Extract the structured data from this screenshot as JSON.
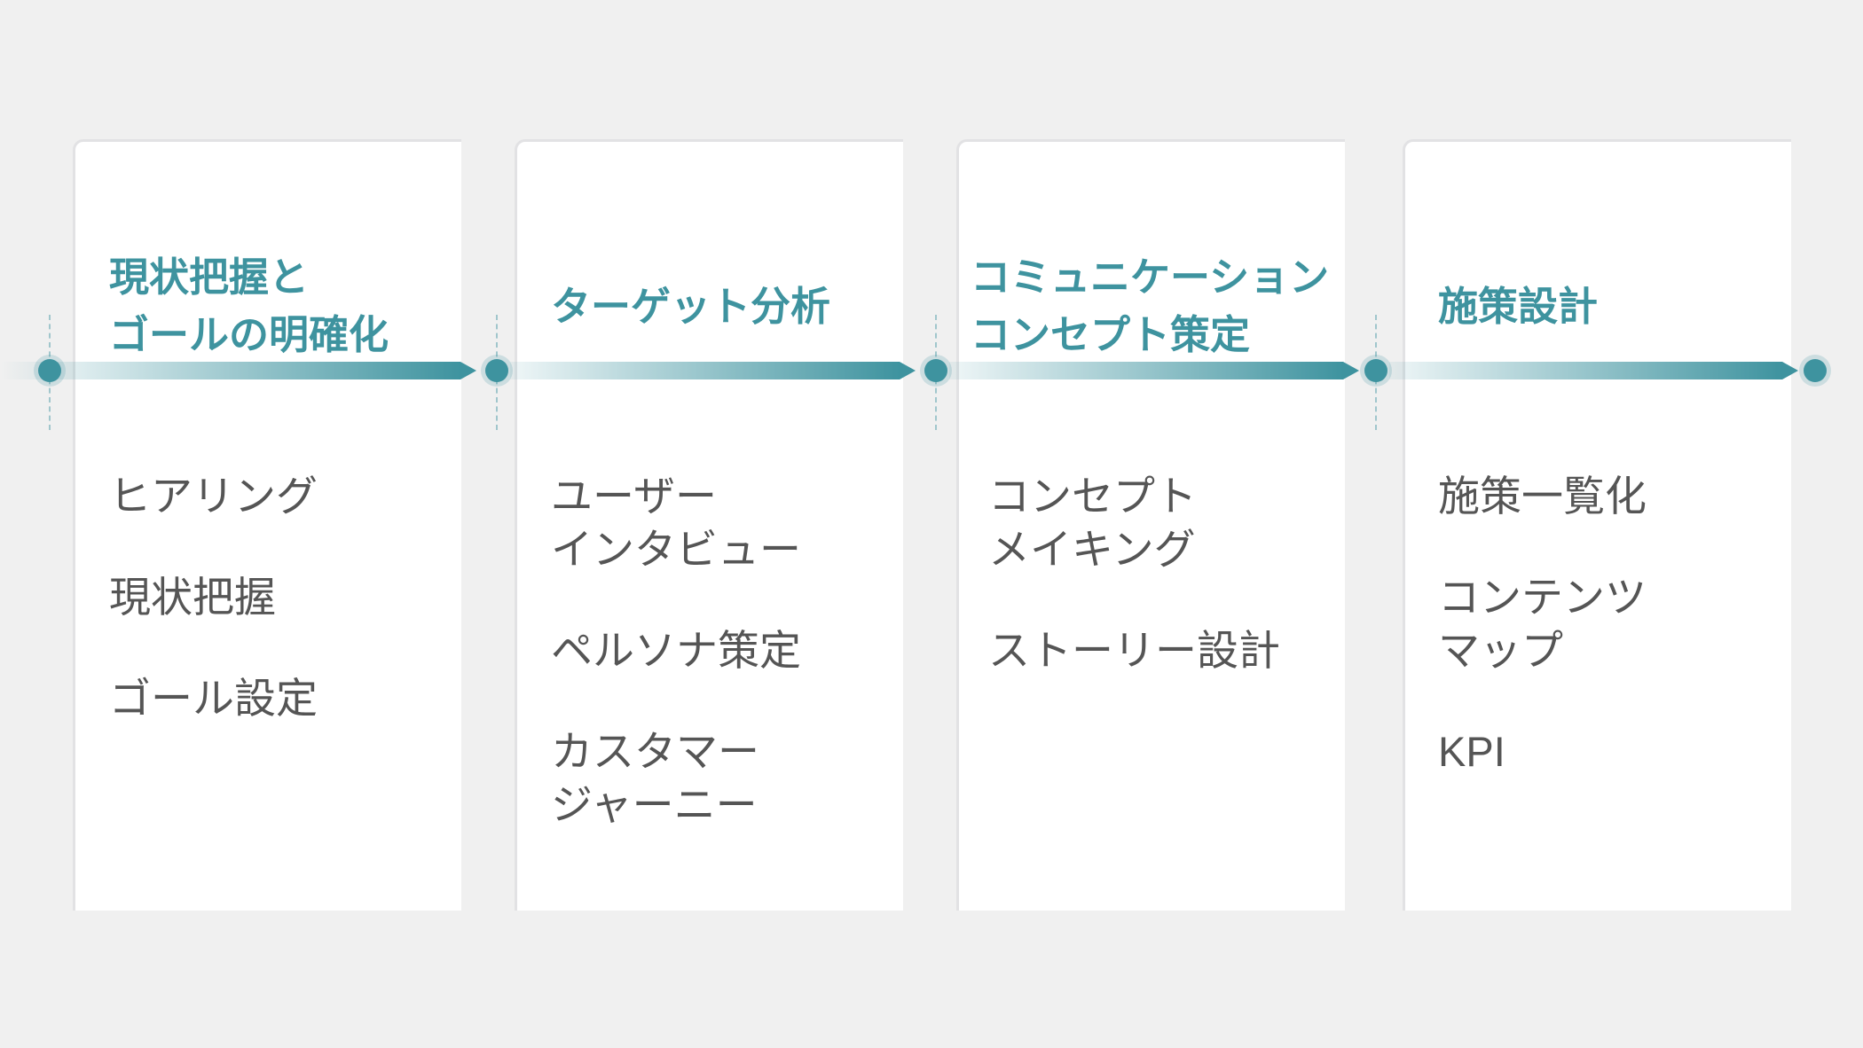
{
  "colors": {
    "accent": "#3e939f",
    "text": "#555555",
    "background": "#f0f0f0"
  },
  "steps": [
    {
      "title": [
        "現状把握と",
        "ゴールの明確化"
      ],
      "items": [
        [
          "ヒアリング"
        ],
        [
          "現状把握"
        ],
        [
          "ゴール設定"
        ]
      ]
    },
    {
      "title": [
        "ターゲット分析"
      ],
      "items": [
        [
          "ユーザー",
          "インタビュー"
        ],
        [
          "ペルソナ策定"
        ],
        [
          "カスタマー",
          "ジャーニー"
        ]
      ]
    },
    {
      "title": [
        "コミュニケーション",
        "コンセプト策定"
      ],
      "items": [
        [
          "コンセプト",
          "メイキング"
        ],
        [
          "ストーリー設計"
        ]
      ]
    },
    {
      "title": [
        "施策設計"
      ],
      "items": [
        [
          "施策一覧化"
        ],
        [
          "コンテンツ",
          "マップ"
        ],
        [
          "KPI"
        ]
      ]
    }
  ]
}
